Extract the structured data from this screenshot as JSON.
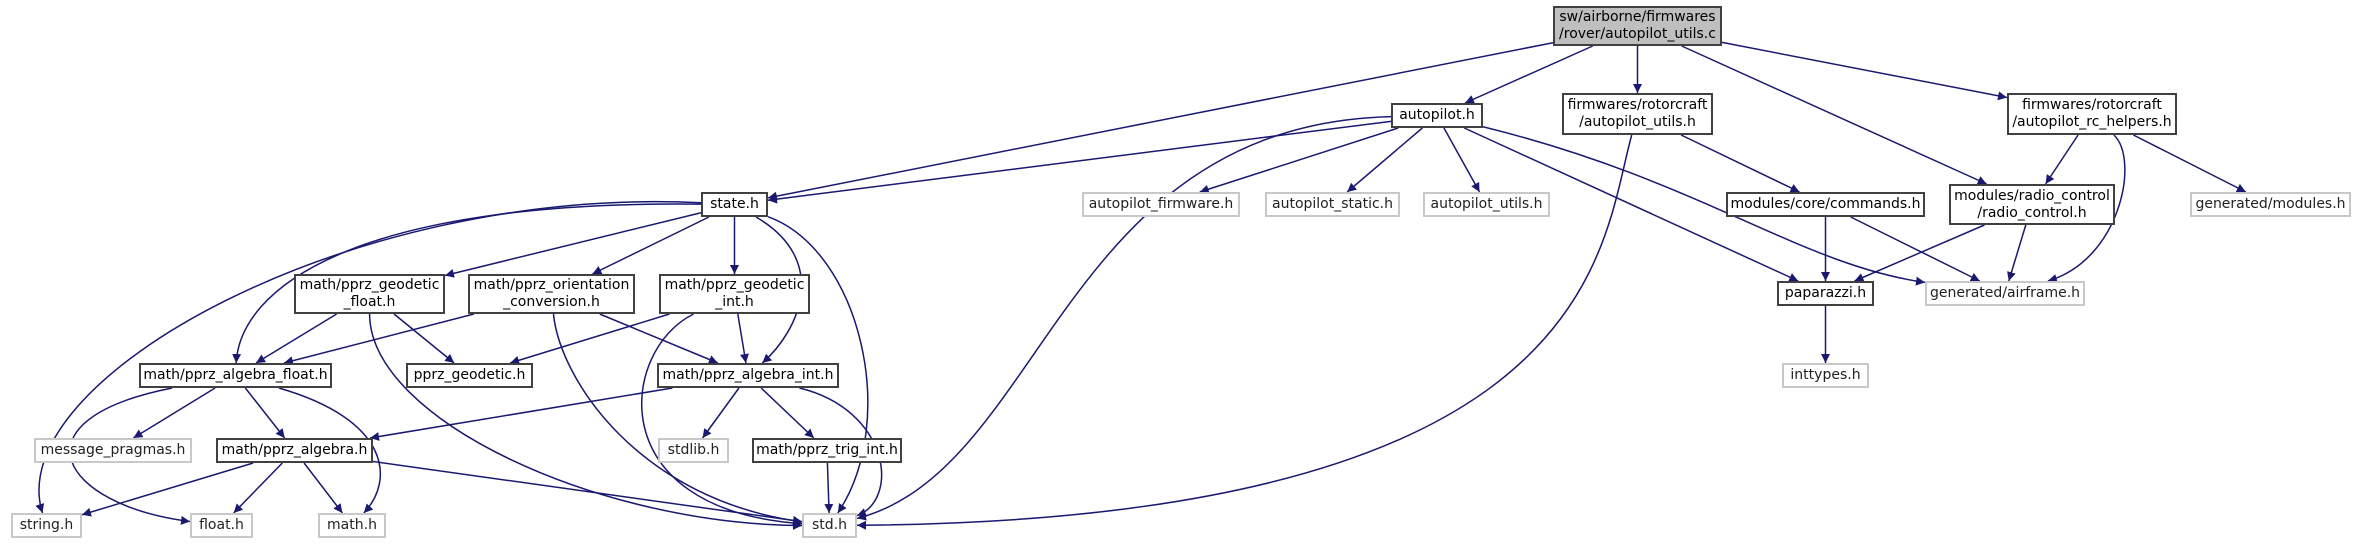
{
  "colors": {
    "edge": "#191970",
    "root_fill": "#bfbfbf",
    "node_border": "#404040",
    "external_border": "#c8c8c8"
  },
  "nodes": [
    {
      "id": "root",
      "label": "sw/airborne/firmwares\n/rover/autopilot_utils.c",
      "kind": "root"
    },
    {
      "id": "autopilot",
      "label": "autopilot.h",
      "kind": "doc"
    },
    {
      "id": "fw_utils",
      "label": "firmwares/rotorcraft\n/autopilot_utils.h",
      "kind": "doc"
    },
    {
      "id": "rc_helpers",
      "label": "firmwares/rotorcraft\n/autopilot_rc_helpers.h",
      "kind": "doc"
    },
    {
      "id": "state",
      "label": "state.h",
      "kind": "doc"
    },
    {
      "id": "ap_firmware",
      "label": "autopilot_firmware.h",
      "kind": "ext"
    },
    {
      "id": "ap_static",
      "label": "autopilot_static.h",
      "kind": "ext"
    },
    {
      "id": "ap_utils",
      "label": "autopilot_utils.h",
      "kind": "ext"
    },
    {
      "id": "commands",
      "label": "modules/core/commands.h",
      "kind": "doc"
    },
    {
      "id": "radio",
      "label": "modules/radio_control\n/radio_control.h",
      "kind": "doc"
    },
    {
      "id": "gen_modules",
      "label": "generated/modules.h",
      "kind": "ext"
    },
    {
      "id": "paparazzi",
      "label": "paparazzi.h",
      "kind": "doc"
    },
    {
      "id": "airframe",
      "label": "generated/airframe.h",
      "kind": "ext"
    },
    {
      "id": "inttypes",
      "label": "inttypes.h",
      "kind": "ext"
    },
    {
      "id": "geo_float",
      "label": "math/pprz_geodetic\n_float.h",
      "kind": "doc"
    },
    {
      "id": "orient",
      "label": "math/pprz_orientation\n_conversion.h",
      "kind": "doc"
    },
    {
      "id": "geo_int",
      "label": "math/pprz_geodetic\n_int.h",
      "kind": "doc"
    },
    {
      "id": "alg_float",
      "label": "math/pprz_algebra_float.h",
      "kind": "doc"
    },
    {
      "id": "pprz_geodetic",
      "label": "pprz_geodetic.h",
      "kind": "doc"
    },
    {
      "id": "alg_int",
      "label": "math/pprz_algebra_int.h",
      "kind": "doc"
    },
    {
      "id": "msg_pragmas",
      "label": "message_pragmas.h",
      "kind": "ext"
    },
    {
      "id": "pprz_algebra",
      "label": "math/pprz_algebra.h",
      "kind": "doc"
    },
    {
      "id": "stdlib",
      "label": "stdlib.h",
      "kind": "ext"
    },
    {
      "id": "trig_int",
      "label": "math/pprz_trig_int.h",
      "kind": "doc"
    },
    {
      "id": "string",
      "label": "string.h",
      "kind": "ext"
    },
    {
      "id": "float",
      "label": "float.h",
      "kind": "ext"
    },
    {
      "id": "math",
      "label": "math.h",
      "kind": "ext"
    },
    {
      "id": "std",
      "label": "std.h",
      "kind": "ext"
    }
  ],
  "edges": [
    [
      "root",
      "state"
    ],
    [
      "root",
      "autopilot"
    ],
    [
      "root",
      "fw_utils"
    ],
    [
      "root",
      "radio"
    ],
    [
      "root",
      "rc_helpers"
    ],
    [
      "autopilot",
      "state"
    ],
    [
      "autopilot",
      "std"
    ],
    [
      "autopilot",
      "ap_firmware"
    ],
    [
      "autopilot",
      "ap_static"
    ],
    [
      "autopilot",
      "ap_utils"
    ],
    [
      "autopilot",
      "paparazzi"
    ],
    [
      "autopilot",
      "airframe"
    ],
    [
      "fw_utils",
      "std"
    ],
    [
      "fw_utils",
      "commands"
    ],
    [
      "rc_helpers",
      "radio"
    ],
    [
      "rc_helpers",
      "airframe"
    ],
    [
      "rc_helpers",
      "gen_modules"
    ],
    [
      "commands",
      "paparazzi"
    ],
    [
      "commands",
      "airframe"
    ],
    [
      "radio",
      "paparazzi"
    ],
    [
      "radio",
      "airframe"
    ],
    [
      "paparazzi",
      "inttypes"
    ],
    [
      "state",
      "string"
    ],
    [
      "state",
      "alg_float"
    ],
    [
      "state",
      "geo_float"
    ],
    [
      "state",
      "orient"
    ],
    [
      "state",
      "geo_int"
    ],
    [
      "state",
      "alg_int"
    ],
    [
      "state",
      "std"
    ],
    [
      "geo_float",
      "alg_float"
    ],
    [
      "geo_float",
      "pprz_geodetic"
    ],
    [
      "geo_float",
      "std"
    ],
    [
      "orient",
      "alg_float"
    ],
    [
      "orient",
      "alg_int"
    ],
    [
      "orient",
      "std"
    ],
    [
      "geo_int",
      "pprz_geodetic"
    ],
    [
      "geo_int",
      "alg_int"
    ],
    [
      "geo_int",
      "std"
    ],
    [
      "alg_float",
      "float"
    ],
    [
      "alg_float",
      "msg_pragmas"
    ],
    [
      "alg_float",
      "pprz_algebra"
    ],
    [
      "alg_float",
      "math"
    ],
    [
      "alg_int",
      "pprz_algebra"
    ],
    [
      "alg_int",
      "stdlib"
    ],
    [
      "alg_int",
      "trig_int"
    ],
    [
      "alg_int",
      "std"
    ],
    [
      "pprz_algebra",
      "string"
    ],
    [
      "pprz_algebra",
      "float"
    ],
    [
      "pprz_algebra",
      "math"
    ],
    [
      "pprz_algebra",
      "std"
    ],
    [
      "trig_int",
      "std"
    ]
  ]
}
